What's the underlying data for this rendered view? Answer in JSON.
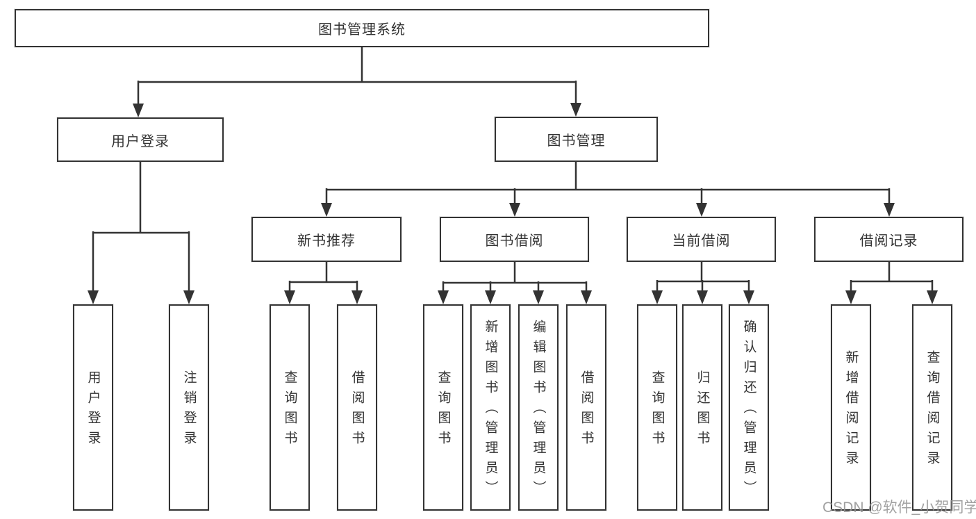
{
  "diagram": {
    "root": "图书管理系统",
    "level2": [
      "用户登录",
      "图书管理"
    ],
    "level3": [
      "新书推荐",
      "图书借阅",
      "当前借阅",
      "借阅记录"
    ],
    "leaves": {
      "under_user_login": [
        "用户登录",
        "注销登录"
      ],
      "under_new_book_recommend": [
        "查询图书",
        "借阅图书"
      ],
      "under_book_borrowing": [
        "查询图书",
        "新增图书（管理员）",
        "编辑图书（管理员）",
        "借阅图书"
      ],
      "under_current_borrowing": [
        "查询图书",
        "归还图书",
        "确认归还（管理员）"
      ],
      "under_borrow_records": [
        "新增借阅记录",
        "查询借阅记录"
      ]
    }
  },
  "watermark": "CSDN @软件_小贺同学",
  "colors": {
    "line": "#333333",
    "text": "#333333",
    "box_background": "#ffffff",
    "watermark_gray": "#949494",
    "page_background": "#ffffff"
  }
}
